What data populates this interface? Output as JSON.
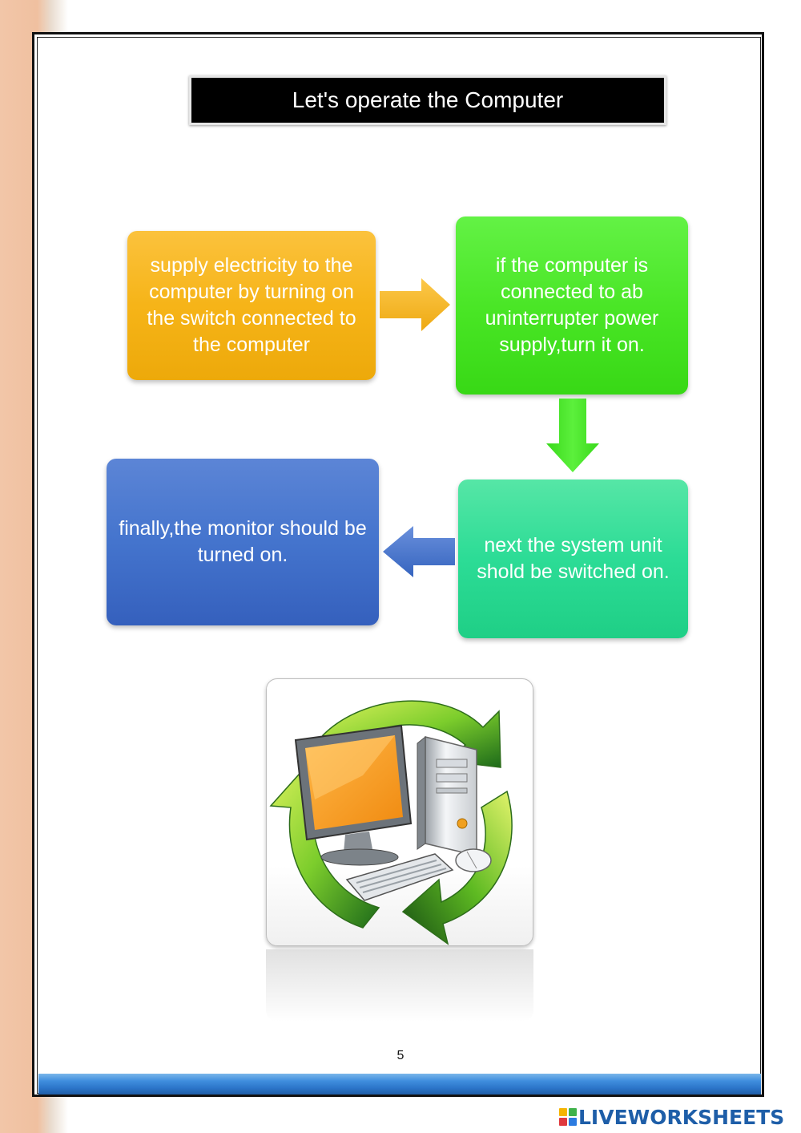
{
  "title": "Let's operate the Computer",
  "steps": [
    {
      "text": "supply electricity to the computer by turning on the switch connected to the computer",
      "color": "#f6b418"
    },
    {
      "text": "if the computer is connected to ab uninterrupter power supply,turn it on.",
      "color": "#48e524"
    },
    {
      "text": "next the system unit shold be switched on.",
      "color": "#2cdc96"
    },
    {
      "text": "finally,the monitor should be turned on.",
      "color": "#4474cd"
    }
  ],
  "illustration": {
    "icon": "computer-recycle-icon"
  },
  "page_number": "5",
  "brand": {
    "name": "LIVEWORKSHEETS",
    "color": "#1e5ea8"
  }
}
